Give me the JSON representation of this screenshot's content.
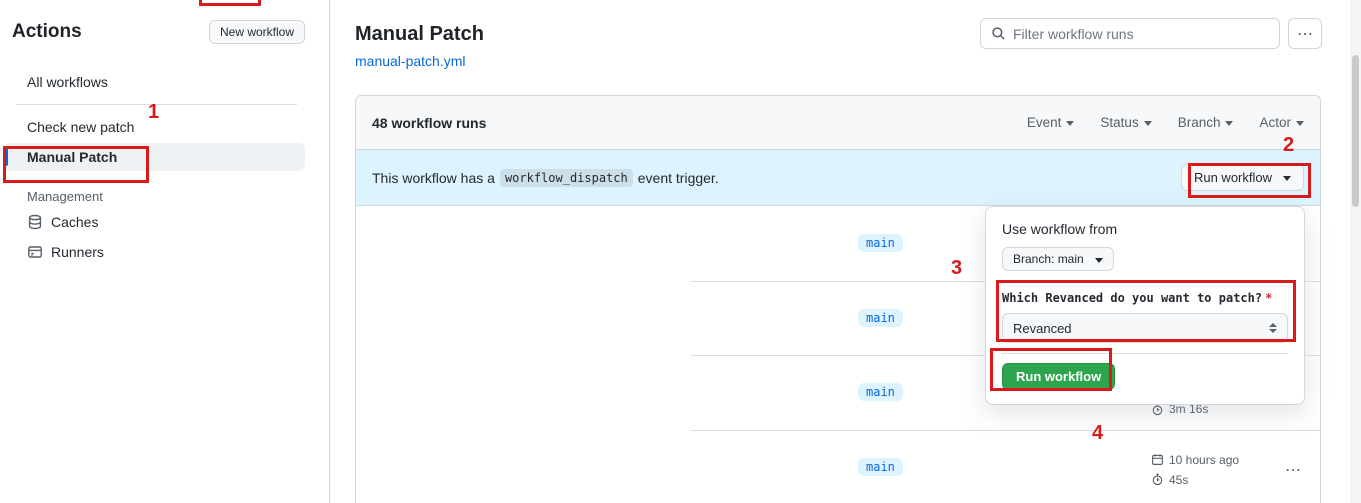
{
  "sidebar": {
    "title": "Actions",
    "new_workflow_button": "New workflow",
    "items": [
      {
        "label": "All workflows"
      },
      {
        "label": "Check new patch"
      },
      {
        "label": "Manual Patch",
        "selected": true
      }
    ],
    "management": {
      "label": "Management",
      "items": [
        {
          "label": "Caches"
        },
        {
          "label": "Runners"
        }
      ]
    }
  },
  "header": {
    "title": "Manual Patch",
    "workflow_file": "manual-patch.yml",
    "search_placeholder": "Filter workflow runs"
  },
  "runs": {
    "count_label": "48 workflow runs",
    "filters": [
      {
        "label": "Event"
      },
      {
        "label": "Status"
      },
      {
        "label": "Branch"
      },
      {
        "label": "Actor"
      }
    ],
    "banner": {
      "text_before": "This workflow has a",
      "code": "workflow_dispatch",
      "text_after": "event trigger.",
      "run_workflow_button": "Run workflow"
    },
    "rows": [
      {
        "branch": "main"
      },
      {
        "branch": "main"
      },
      {
        "branch": "main",
        "elapsed": "3m 16s"
      },
      {
        "branch": "main",
        "time": "10 hours ago",
        "elapsed": "45s"
      }
    ]
  },
  "popup": {
    "title": "Use workflow from",
    "branch_button": "Branch: main",
    "question": "Which Revanced do you want to patch?",
    "required_mark": "*",
    "select_value": "Revanced",
    "run_button": "Run workflow"
  },
  "annotations": {
    "n1": "1",
    "n2": "2",
    "n3": "3",
    "n4": "4"
  },
  "icons": {
    "kebab": "⋯"
  },
  "colors": {
    "accent_blue": "#0969da",
    "banner_bg": "#ddf4ff",
    "green": "#2da44e",
    "annotation_red": "#d81a1a",
    "danger": "#cf222e"
  }
}
